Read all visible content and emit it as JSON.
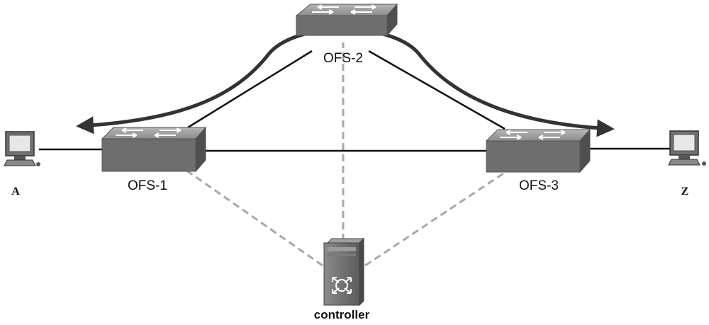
{
  "diagram": {
    "nodes": {
      "host_a": {
        "label": "A",
        "icon": "computer-icon"
      },
      "host_z": {
        "label": "Z",
        "icon": "computer-icon"
      },
      "ofs1": {
        "label": "OFS-1",
        "icon": "switch-icon"
      },
      "ofs2": {
        "label": "OFS-2",
        "icon": "switch-icon"
      },
      "ofs3": {
        "label": "OFS-3",
        "icon": "switch-icon"
      },
      "controller": {
        "label": "controller",
        "icon": "server-icon"
      }
    },
    "links": [
      {
        "from": "A",
        "to": "OFS-1",
        "style": "solid"
      },
      {
        "from": "OFS-1",
        "to": "OFS-2",
        "style": "solid"
      },
      {
        "from": "OFS-2",
        "to": "OFS-3",
        "style": "solid"
      },
      {
        "from": "OFS-1",
        "to": "OFS-3",
        "style": "solid"
      },
      {
        "from": "OFS-3",
        "to": "Z",
        "style": "solid"
      },
      {
        "from": "controller",
        "to": "OFS-1",
        "style": "dashed"
      },
      {
        "from": "controller",
        "to": "OFS-2",
        "style": "dashed"
      },
      {
        "from": "controller",
        "to": "OFS-3",
        "style": "dashed"
      }
    ],
    "flow": {
      "path": [
        "OFS-1",
        "OFS-2",
        "OFS-3"
      ],
      "bidirectional": true
    },
    "colors": {
      "switch_top": "#9a9a9a",
      "switch_front": "#6e6e6e",
      "link": "#111111",
      "control_link": "#a8a8a8",
      "flow_arrow": "#333333"
    }
  }
}
